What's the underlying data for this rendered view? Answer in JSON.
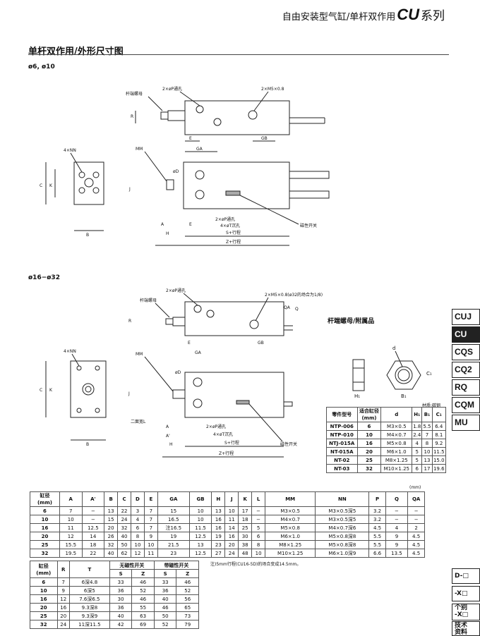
{
  "header": {
    "title_prefix": "自由安装型气缸/单杆双作用",
    "title_cu": "CU",
    "title_suffix": "系列"
  },
  "section_title": "单杆双作用/外形尺寸图",
  "fig1": {
    "bore_label": "ø6, ø10",
    "labels": {
      "rod_nut": "杆端螺母",
      "port": "2×øP通孔",
      "port_thread": "2×M5×0.8",
      "R": "R",
      "E": "E",
      "GA": "GA",
      "GB": "GB",
      "NN": "4×NN",
      "MM": "MM",
      "D": "øD",
      "J": "J",
      "C": "C",
      "K": "K",
      "B": "B",
      "A": "A",
      "H": "H",
      "E2": "E",
      "mount": "2×øP通孔",
      "mount_t": "4×øT沉孔",
      "S": "S+行程",
      "Z": "Z+行程",
      "switch": "磁性开关"
    }
  },
  "fig2": {
    "bore_label": "ø16−ø32",
    "labels": {
      "rod_nut": "杆端螺母",
      "port": "2×øP通孔",
      "port_thread": "2×M5×0.8(ø32的场合为1/8)",
      "R": "R",
      "Q": "Q",
      "QA": "QA",
      "E": "E",
      "GA": "GA",
      "GB": "GB",
      "NN": "4×NN",
      "MM": "MM",
      "D": "øD",
      "J": "J",
      "C": "C",
      "K": "K",
      "B": "B",
      "A": "A",
      "A2": "A'",
      "H": "H",
      "flat": "二面宽L",
      "mount": "2×øP通孔",
      "mount_t": "4×øT沉孔",
      "S": "S+行程",
      "Z": "Z+行程",
      "switch": "磁性开关"
    }
  },
  "accessory": {
    "title": "杆端螺母/附属品",
    "material": "材质:碳钢",
    "labels": {
      "d": "d",
      "H1": "H₁",
      "B1": "B₁",
      "C1": "C₁"
    },
    "headers": [
      "零件型号",
      "适合缸径\n(mm)",
      "d",
      "H₁",
      "B₁",
      "C₁"
    ],
    "rows": [
      [
        "NTP-006",
        "6",
        "M3×0.5",
        "1.8",
        "5.5",
        "6.4"
      ],
      [
        "NTP-010",
        "10",
        "M4×0.7",
        "2.4",
        "7",
        "8.1"
      ],
      [
        "NTJ-015A",
        "16",
        "M5×0.8",
        "4",
        "8",
        "9.2"
      ],
      [
        "NT-015A",
        "20",
        "M6×1.0",
        "5",
        "10",
        "11.5"
      ],
      [
        "NT-02",
        "25",
        "M8×1.25",
        "5",
        "13",
        "15.0"
      ],
      [
        "NT-03",
        "32",
        "M10×1.25",
        "6",
        "17",
        "19.6"
      ]
    ]
  },
  "tabs": [
    "CUJ",
    "CU",
    "CQS",
    "CQ2",
    "RQ",
    "CQM",
    "MU"
  ],
  "bottom_tabs": [
    "D-□",
    "-X□",
    "个别\n-X□",
    "技术\n资料"
  ],
  "unit": "(mm)",
  "dims_table": {
    "headers": [
      "缸径\n(mm)",
      "A",
      "A'",
      "B",
      "C",
      "D",
      "E",
      "GA",
      "GB",
      "H",
      "J",
      "K",
      "L",
      "MM",
      "NN",
      "P",
      "Q",
      "QA"
    ],
    "rows": [
      [
        "6",
        "7",
        "−",
        "13",
        "22",
        "3",
        "7",
        "15",
        "10",
        "13",
        "10",
        "17",
        "−",
        "M3×0.5",
        "M3×0.5深5",
        "3.2",
        "−",
        "−"
      ],
      [
        "10",
        "10",
        "−",
        "15",
        "24",
        "4",
        "7",
        "16.5",
        "10",
        "16",
        "11",
        "18",
        "−",
        "M4×0.7",
        "M3×0.5深5",
        "3.2",
        "−",
        "−"
      ],
      [
        "16",
        "11",
        "12.5",
        "20",
        "32",
        "6",
        "7",
        "注16.5",
        "11.5",
        "16",
        "14",
        "25",
        "5",
        "M5×0.8",
        "M4×0.7深6",
        "4.5",
        "4",
        "2"
      ],
      [
        "20",
        "12",
        "14",
        "26",
        "40",
        "8",
        "9",
        "19",
        "12.5",
        "19",
        "16",
        "30",
        "6",
        "M6×1.0",
        "M5×0.8深8",
        "5.5",
        "9",
        "4.5"
      ],
      [
        "25",
        "15.5",
        "18",
        "32",
        "50",
        "10",
        "10",
        "21.5",
        "13",
        "23",
        "20",
        "38",
        "8",
        "M8×1.25",
        "M5×0.8深8",
        "5.5",
        "9",
        "4.5"
      ],
      [
        "32",
        "19.5",
        "22",
        "40",
        "62",
        "12",
        "11",
        "23",
        "12.5",
        "27",
        "24",
        "48",
        "10",
        "M10×1.25",
        "M6×1.0深9",
        "6.6",
        "13.5",
        "4.5"
      ]
    ]
  },
  "t_table": {
    "headers": [
      "缸径\n(mm)",
      "R",
      "T",
      "无磁性开关",
      "带磁性开关"
    ],
    "subheaders": [
      "S",
      "Z",
      "S",
      "Z"
    ],
    "rows": [
      [
        "6",
        "7",
        "6深4.8",
        "33",
        "46",
        "33",
        "46"
      ],
      [
        "10",
        "9",
        "6深5",
        "36",
        "52",
        "36",
        "52"
      ],
      [
        "16",
        "12",
        "7.6深6.5",
        "30",
        "46",
        "40",
        "56"
      ],
      [
        "20",
        "16",
        "9.3深8",
        "36",
        "55",
        "46",
        "65"
      ],
      [
        "25",
        "20",
        "9.3深9",
        "40",
        "63",
        "50",
        "73"
      ],
      [
        "32",
        "24",
        "11深11.5",
        "42",
        "69",
        "52",
        "79"
      ]
    ]
  },
  "note": "注)5mm行程(CU16-5D)的场合变成14.5mm。"
}
